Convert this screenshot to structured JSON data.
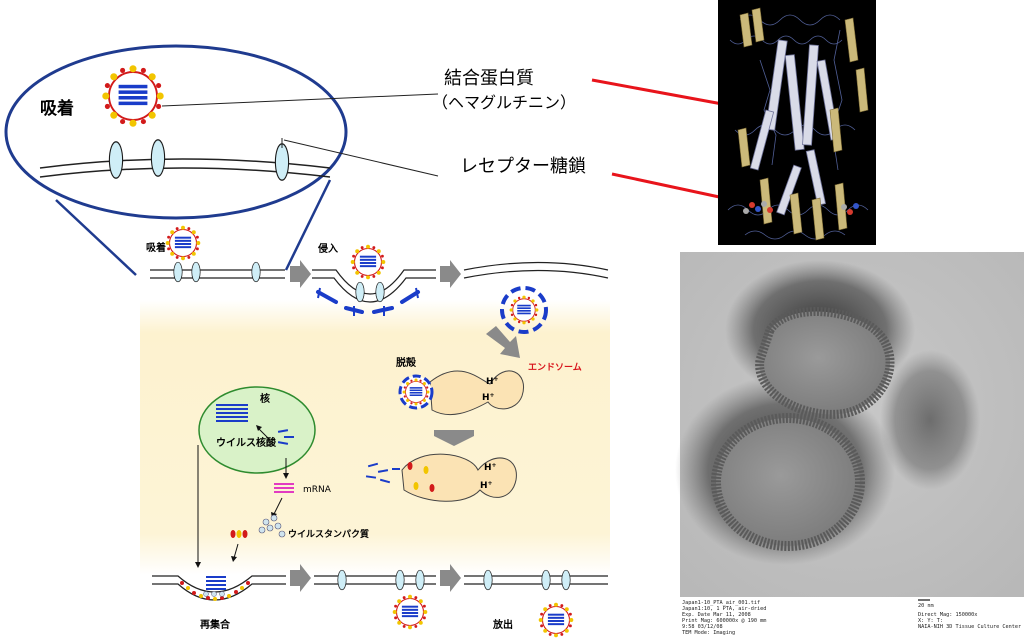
{
  "labels": {
    "zoom_adsorption": "吸着",
    "binding_protein_line1": "結合蛋白質",
    "binding_protein_line2": "（ヘマグルチニン）",
    "receptor_sugar_chain": "レセプター糖鎖",
    "step_adsorption": "吸着",
    "step_entry": "侵入",
    "endosome": "エンドソーム",
    "uncoating": "脱殻",
    "nucleus": "核",
    "viral_nucleic_acid": "ウイルス核酸",
    "mrna": "mRNA",
    "viral_protein": "ウイルスタンパク質",
    "reassembly": "再集合",
    "release": "放出",
    "h_plus_1": "H",
    "h_plus_2": "H",
    "h_plus_3": "H",
    "h_plus_4": "H",
    "plus": "+"
  },
  "micrograph": {
    "info": {
      "line1": "Japan1-10_PTA_air_001.tif",
      "line2": "Japan1:10, 1 PTA, air-dried",
      "line3": "Exp. Date Mar 11, 2008",
      "line4": "Print Mag: 600000x @ 190 mm",
      "line5": "9:58 03/12/08",
      "line6": "TEM Mode: Imaging",
      "scale": "20 nm",
      "direct_mag": "Direct Mag: 150000x",
      "xyz": "X: Y: T:",
      "center": "NAIA-NIH 3D Tissue Culture Center"
    }
  },
  "colors": {
    "zoom_ellipse": "#1f3b8f",
    "red_pointer": "#e8141b",
    "cytoplasm": "#fdf2cf",
    "nucleus_fill": "#d9f2c8",
    "genome_blue": "#1a3cc9",
    "mrna_magenta": "#e23bc2",
    "arrow_gray": "#8a8a8a",
    "endosome_label": "#d8141b"
  }
}
